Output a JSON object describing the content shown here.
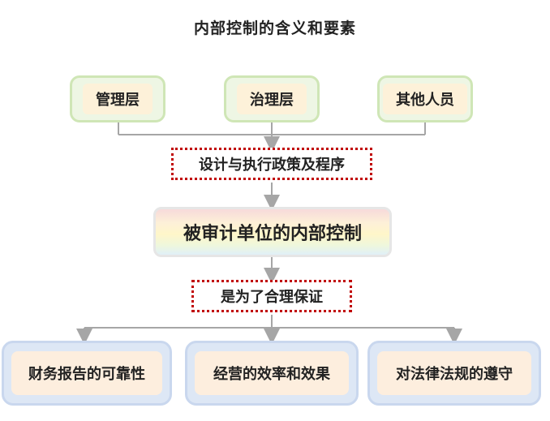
{
  "title": "内部控制的含义和要素",
  "actors": [
    "管理层",
    "治理层",
    "其他人员"
  ],
  "step1": "设计与执行政策及程序",
  "center": "被审计单位的内部控制",
  "step2": "是为了合理保证",
  "objectives": [
    "财务报告的可靠性",
    "经营的效率和效果",
    "对法律法规的遵守"
  ],
  "colors": {
    "dotted_border": "#c00000",
    "connector": "#a6a6a6"
  }
}
